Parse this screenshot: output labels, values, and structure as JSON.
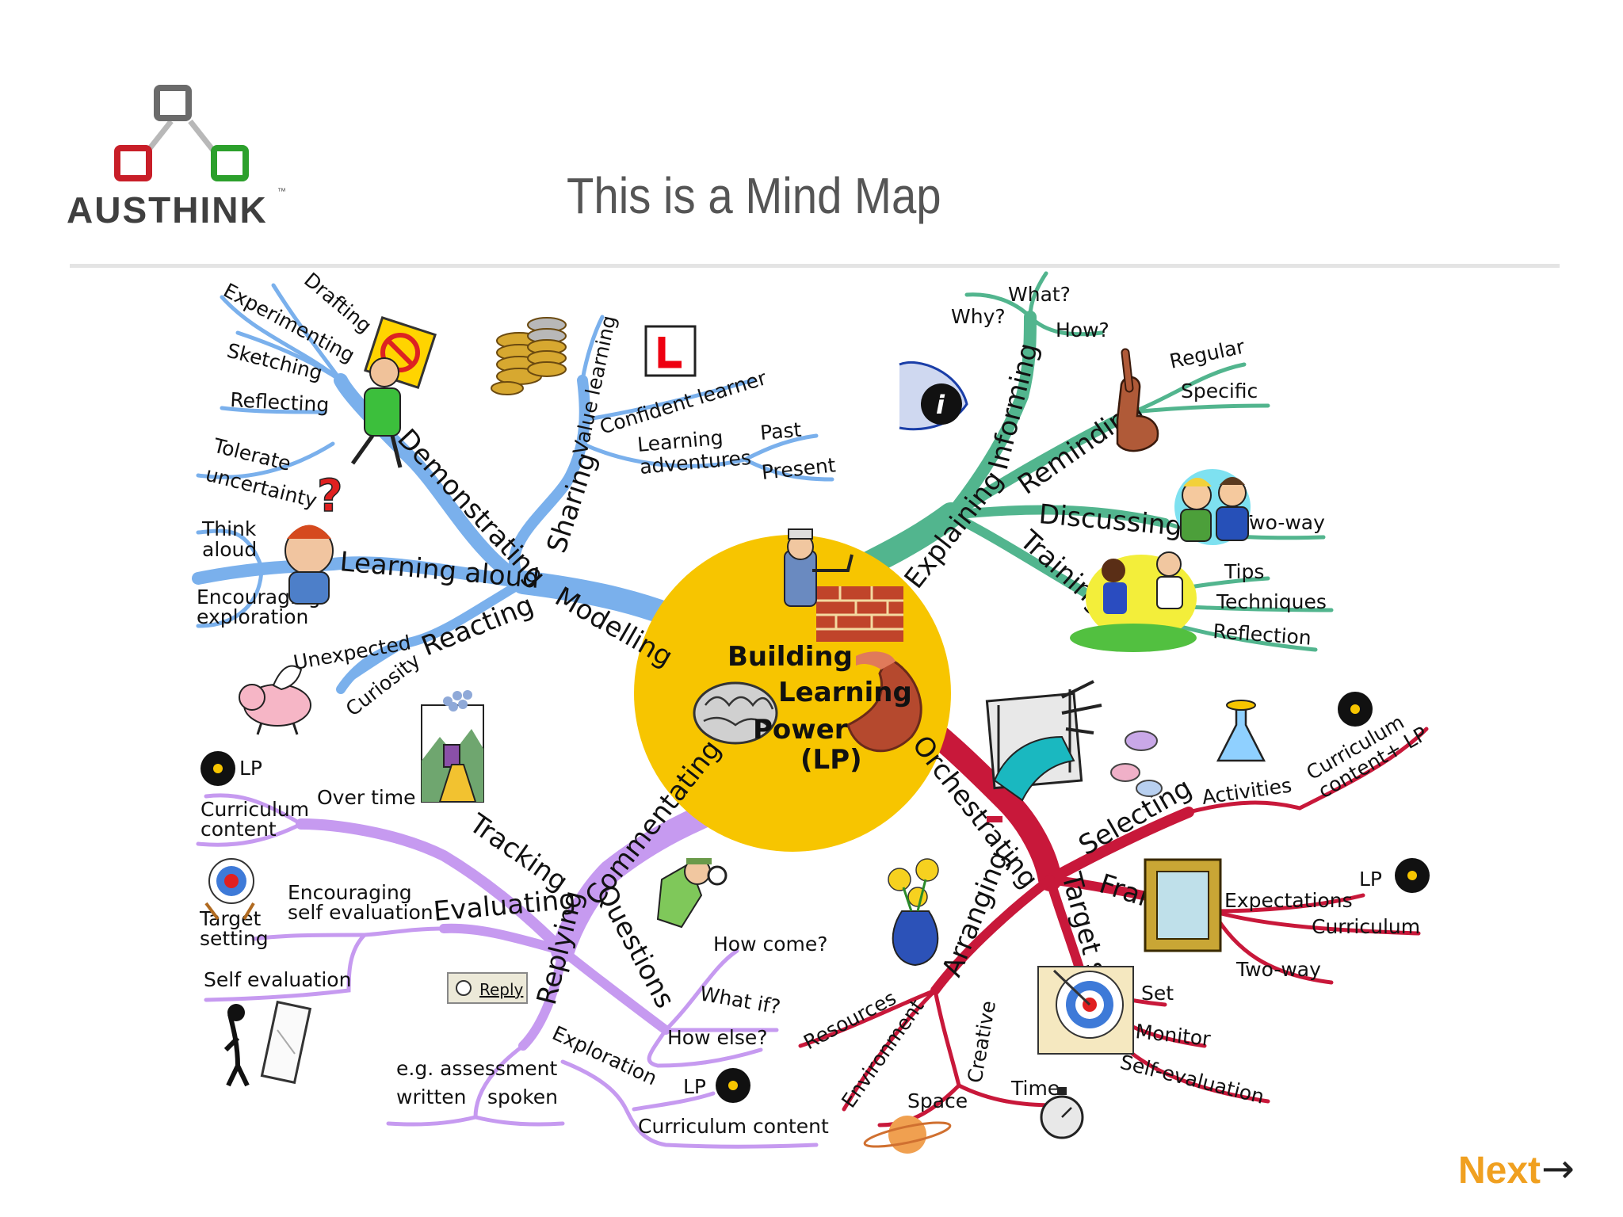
{
  "page": {
    "title": "This is a Mind Map",
    "logo_text": "AUSTHINK",
    "logo_tm": "™",
    "next_label": "Next",
    "next_arrow": "→"
  },
  "colors": {
    "center": "#f7c500",
    "blue": "#7ab0ec",
    "green": "#52b58e",
    "red": "#c8183a",
    "purple": "#c69af0",
    "next": "#f0a020"
  },
  "center": {
    "line1": "Building",
    "line2": "Learning",
    "line3": "Power",
    "line4": "(LP)"
  },
  "branches": {
    "modelling": "Modelling",
    "demonstrating": "Demonstrating",
    "sharing": "Sharing",
    "learning_aloud": "Learning aloud",
    "reacting": "Reacting",
    "explaining": "Explaining",
    "informing": "Informing",
    "reminding": "Reminding",
    "discussing": "Discussing",
    "training": "Training",
    "orchestrating": "Orchestrating",
    "selecting": "Selecting",
    "framing": "Framing",
    "target_setting": "Target setting",
    "arranging": "Arranging",
    "commentating": "Commentating",
    "tracking": "Tracking",
    "evaluating": "Evaluating",
    "questions": "Questions",
    "replying": "Replying",
    "exploration": "Exploration"
  },
  "leaves": {
    "drafting": "Drafting",
    "experimenting": "Experimenting",
    "sketching": "Sketching",
    "reflecting": "Reflecting",
    "tolerate": "Tolerate",
    "uncertainty": "uncertainty",
    "think": "Think",
    "aloud": "aloud",
    "encouraging": "Encouraging",
    "exploration_word": "exploration",
    "unexpected": "Unexpected",
    "curiosity": "Curiosity",
    "value_learning": "Value learning",
    "confident_learner": "Confident learner",
    "learning": "Learning",
    "adventures": "adventures",
    "past": "Past",
    "present": "Present",
    "why": "Why?",
    "what": "What?",
    "how": "How?",
    "regular": "Regular",
    "specific": "Specific",
    "two_way_green": "Two-way",
    "tips": "Tips",
    "techniques": "Techniques",
    "reflection": "Reflection",
    "activities": "Activities",
    "curriculum_content_lp_1": "Curriculum",
    "curriculum_content_lp_2": "content+ LP",
    "expectations": "Expectations",
    "lp_framing": "LP",
    "curriculum_framing": "Curriculum",
    "two_way_red": "Two-way",
    "set": "Set",
    "monitor": "Monitor",
    "self_evaluation_red": "Self-evaluation",
    "resources": "Resources",
    "environment": "Environment",
    "creative": "Creative",
    "space": "Space",
    "time": "Time",
    "lp_tracking": "LP",
    "over_time": "Over time",
    "curriculum": "Curriculum",
    "content": "content",
    "encouraging2": "Encouraging",
    "self_evaluation_sub": "self evaluation",
    "target": "Target",
    "setting": "setting",
    "self_evaluation_purple": "Self evaluation",
    "reply_button": "Reply",
    "how_come": "How come?",
    "what_if": "What if?",
    "how_else": "How else?",
    "eg_assessment": "e.g. assessment",
    "written": "written",
    "spoken": "spoken",
    "lp_exploration": "LP",
    "curriculum_content": "Curriculum content"
  },
  "icons": {
    "logo": "austhink-network-logo",
    "sign": "no-sign-icon",
    "person_sign": "person-with-sign-icon",
    "coins": "coin-stacks-icon",
    "l_plate": "l-plate-icon",
    "question": "question-mark-icon",
    "thinker": "thinking-person-icon",
    "pig": "flying-pig-icon",
    "info": "info-icon",
    "hand": "pointing-hand-icon",
    "discussers": "two-people-talking-icon",
    "athletes": "training-athletes-icon",
    "builder": "bricklayer-icon",
    "brain": "brain-icon",
    "muscle": "flexed-arm-icon",
    "pianist": "piano-hands-icon",
    "candy": "sweets-icon",
    "flask": "flask-icon",
    "disc": "record-disc-icon",
    "frame": "picture-frame-icon",
    "target": "archery-target-icon",
    "flowers": "flower-vase-icon",
    "planet": "planet-icon",
    "clock": "stopwatch-icon",
    "bridge": "bridge-scene-icon",
    "detective": "detective-icon",
    "mirror": "mirror-figure-icon"
  }
}
